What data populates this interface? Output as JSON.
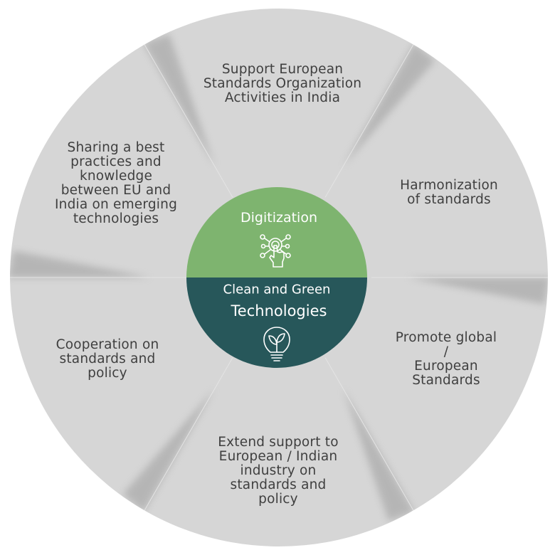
{
  "diagram": {
    "colors": {
      "background": "#ffffff",
      "wheel": "#d6d6d6",
      "segment_text": "#3f3f3f",
      "hub_top": "#7eb46f",
      "hub_bottom": "#27575a",
      "hub_text": "#ffffff"
    },
    "segments": [
      {
        "id": "top",
        "label": "Support European\nStandards Organization\nActivities in India"
      },
      {
        "id": "upper-right",
        "label": "Harmonization\nof standards"
      },
      {
        "id": "lower-right",
        "label": "Promote global /\nEuropean\nStandards"
      },
      {
        "id": "bottom",
        "label": "Extend support to\nEuropean / Indian\nindustry on\nstandards and\npolicy"
      },
      {
        "id": "lower-left",
        "label": "Cooperation on\nstandards and\npolicy"
      },
      {
        "id": "upper-left",
        "label": "Sharing a best\npractices and\nknowledge\nbetween EU and\nIndia on emerging\ntechnologies"
      }
    ],
    "hub": {
      "top": {
        "label": "Digitization",
        "icon": "digital-touch-icon"
      },
      "bottom": {
        "line1": "Clean and Green",
        "line2": "Technologies",
        "icon": "lightbulb-plant-icon"
      }
    }
  }
}
